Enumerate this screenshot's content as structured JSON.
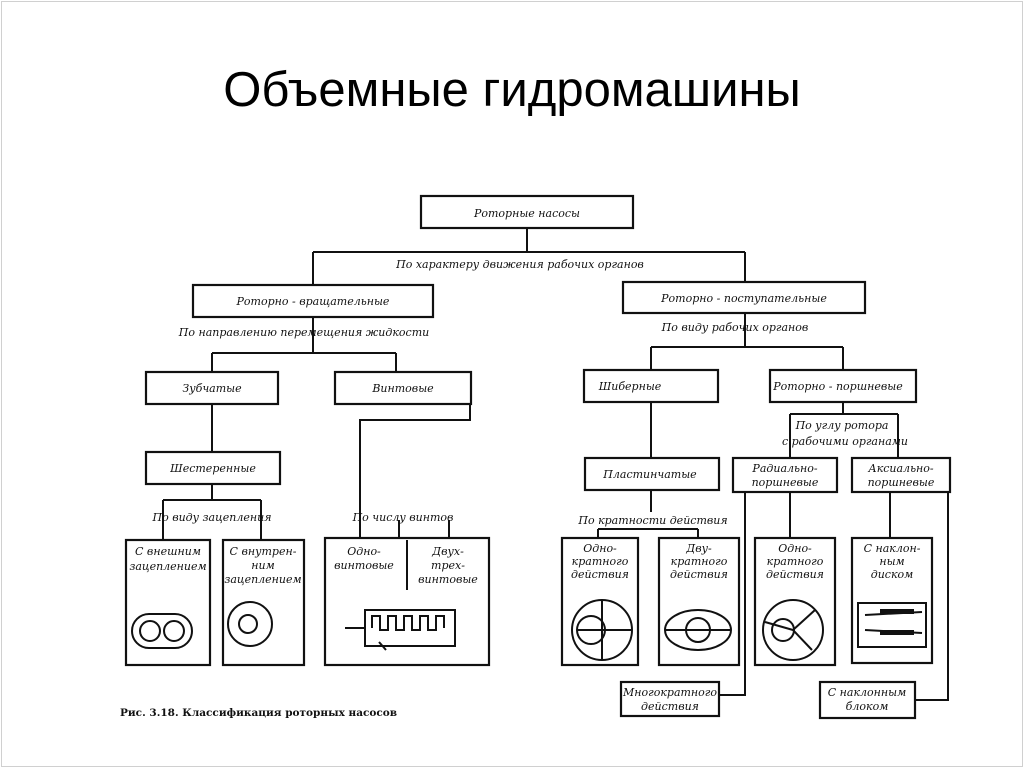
{
  "slide": {
    "title": "Объемные гидромашины"
  },
  "diagram": {
    "root": "Роторные насосы",
    "criterion_motion": "По характеру движения рабочих органов",
    "rotary": "Роторно - вращательные",
    "criterion_direction": "По направлению перемещения жидкости",
    "gear": "Зубчатые",
    "screw": "Винтовые",
    "cogwheel": "Шестеренные",
    "criterion_mesh": "По виду зацепления",
    "external": [
      "С внешним",
      "зацеплением"
    ],
    "internal": [
      "С внутрен-",
      "ним",
      "зацеплением"
    ],
    "criterion_screws": "По числу винтов",
    "single_screw": [
      "Одно-",
      "винтовые"
    ],
    "multi_screw": [
      "Двух-",
      "трех-",
      "винтовые"
    ],
    "progressive": "Роторно - поступательные",
    "criterion_organs": "По виду рабочих органов",
    "vane": "Шиберные",
    "piston": "Роторно - поршневые",
    "criterion_angle": [
      "По углу ротора",
      "с рабочими органами"
    ],
    "plate": "Пластинчатые",
    "criterion_action": "По кратности действия",
    "single_action": [
      "Одно-",
      "кратного",
      "действия"
    ],
    "double_action": [
      "Дву-",
      "кратного",
      "действия"
    ],
    "radial": [
      "Радиально-",
      "поршневые"
    ],
    "axial": [
      "Аксиально-",
      "поршневые"
    ],
    "radial_single": [
      "Одно-",
      "кратного",
      "действия"
    ],
    "tilted_disk": [
      "С наклон-",
      "ным",
      "диском"
    ],
    "multi_action": [
      "Многократного",
      "действия"
    ],
    "tilted_block": [
      "С наклонным",
      "блоком"
    ],
    "caption": "Рис. 3.18. Классификация роторных насосов"
  }
}
